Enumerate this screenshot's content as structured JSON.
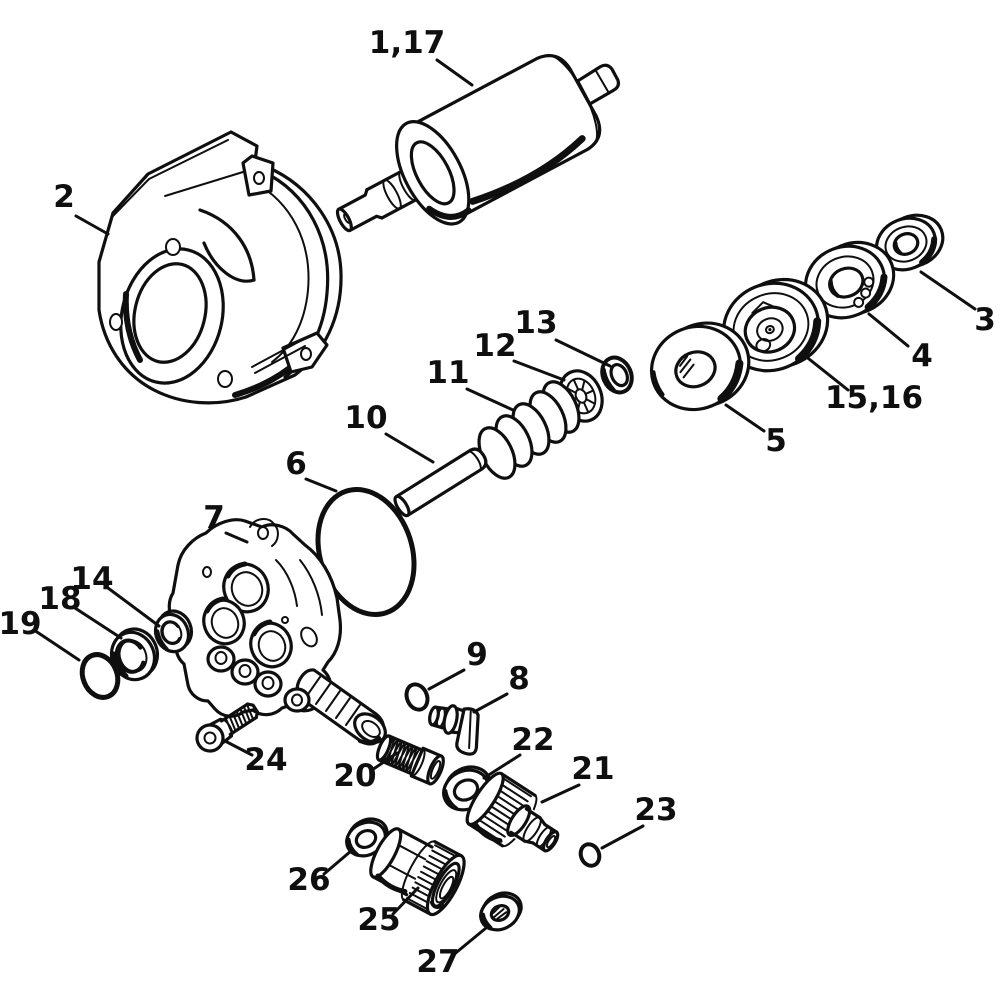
{
  "figure": {
    "type": "exploded-parts-diagram",
    "background_color": "#ffffff",
    "line_color": "#0f0f0f"
  },
  "parts": [
    {
      "label": "1,17"
    },
    {
      "label": "2"
    },
    {
      "label": "3"
    },
    {
      "label": "4"
    },
    {
      "label": "15,16"
    },
    {
      "label": "5"
    },
    {
      "label": "13"
    },
    {
      "label": "12"
    },
    {
      "label": "11"
    },
    {
      "label": "10"
    },
    {
      "label": "6"
    },
    {
      "label": "7"
    },
    {
      "label": "14"
    },
    {
      "label": "18"
    },
    {
      "label": "19"
    },
    {
      "label": "9"
    },
    {
      "label": "8"
    },
    {
      "label": "24"
    },
    {
      "label": "20"
    },
    {
      "label": "22"
    },
    {
      "label": "21"
    },
    {
      "label": "23"
    },
    {
      "label": "26"
    },
    {
      "label": "25"
    },
    {
      "label": "27"
    }
  ]
}
